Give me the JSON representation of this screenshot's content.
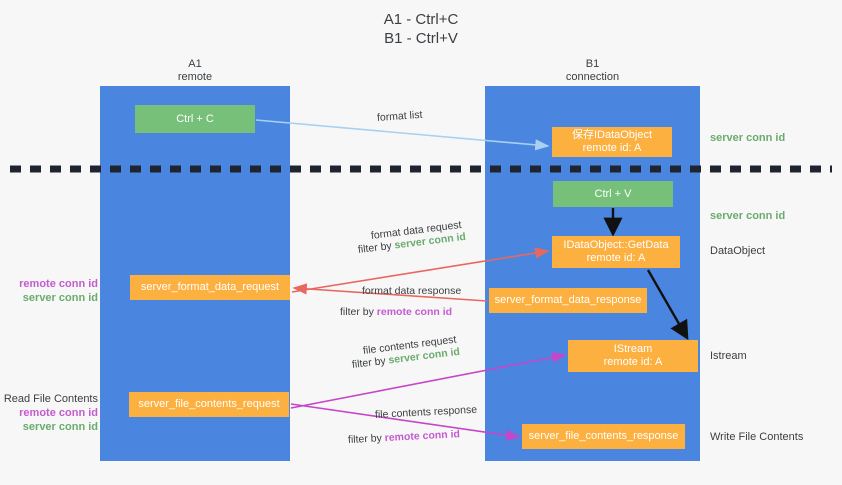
{
  "title": "A1 - Ctrl+C\nB1 - Ctrl+V",
  "columns": {
    "a1": {
      "name": "A1",
      "role": "remote",
      "header": "A1\nremote"
    },
    "b1": {
      "name": "B1",
      "role": "connection",
      "header": "B1\nconnection"
    }
  },
  "boxes": {
    "ctrl_c": "Ctrl + C",
    "save_dataobject": "保存IDataObject\nremote id: A",
    "ctrl_v": "Ctrl + V",
    "getdata": "IDataObject::GetData\nremote id: A",
    "server_format_data_request": "server_format_data_request",
    "server_format_data_response": "server_format_data_response",
    "istream": "IStream\nremote id: A",
    "server_file_contents_request": "server_file_contents_request",
    "server_file_contents_response": "server_file_contents_response"
  },
  "arrow_labels": {
    "format_list": "format list",
    "format_data_request": "format data request",
    "format_data_request_filter_prefix": "filter by ",
    "format_data_request_filter_key": "server conn id",
    "format_data_response": "format data response",
    "format_data_response_filter_prefix": "filter by ",
    "format_data_response_filter_key": "remote conn id",
    "file_contents_request": "file contents request",
    "file_contents_request_filter_prefix": "filter by ",
    "file_contents_request_filter_key": "server conn id",
    "file_contents_response": "file contents response",
    "file_contents_response_filter_prefix": "filter by ",
    "file_contents_response_filter_key": "remote conn id"
  },
  "side_labels": {
    "right": {
      "server_conn_id_top": "server conn id",
      "server_conn_id_mid": "server conn id",
      "dataobject": "DataObject",
      "istream": "Istream",
      "write_file_contents": "Write File Contents"
    },
    "left": {
      "remote_conn_id_1": "remote conn id",
      "server_conn_id_1": "server conn id",
      "read_file_contents": "Read File Contents",
      "remote_conn_id_2": "remote conn id",
      "server_conn_id_2": "server conn id"
    }
  },
  "colors": {
    "background": "#f7f7f7",
    "lane": "#4a86e0",
    "box_green": "#77c07a",
    "box_orange": "#fcb040",
    "text_dark": "#3c4043",
    "server_conn_id": "#6aab6e",
    "remote_conn_id": "#c45bd0",
    "arrow_format_list": "#a8d0f0",
    "arrow_format_data": "#e8685f",
    "arrow_file_contents": "#c646c8",
    "arrow_black": "#111111",
    "divider": "#1f2430"
  }
}
